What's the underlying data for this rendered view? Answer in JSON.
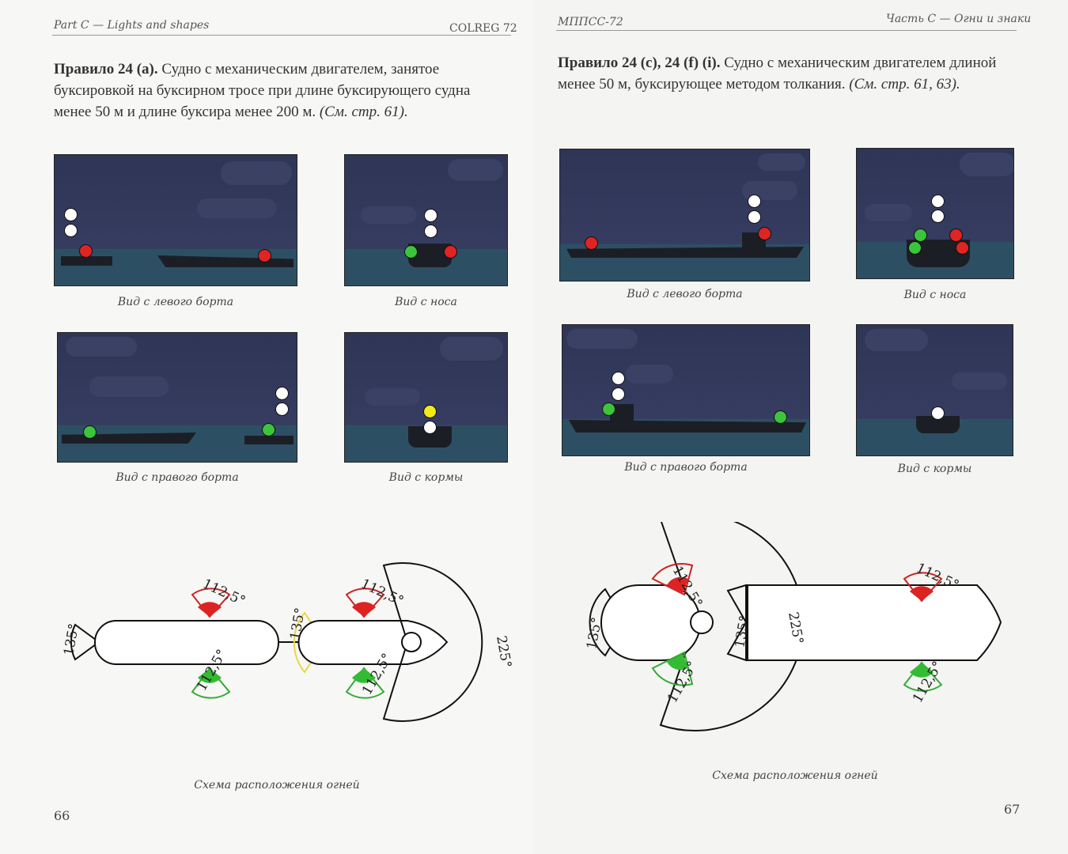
{
  "left_page": {
    "header_left": "Part C — Lights and shapes",
    "header_right": "COLREG 72",
    "rule_title": "Правило 24 (а).",
    "rule_text": " Судно с механическим двигателем, занятое буксировкой на буксирном тросе при длине буксирующего судна менее 50 м и длине буксира менее 200 м. ",
    "rule_ref": "(См. стр. 61).",
    "captions": [
      "Вид с левого борта",
      "Вид с носа",
      "Вид с правого борта",
      "Вид с кормы"
    ],
    "diagram_labels": {
      "stern_tug": "135°",
      "tug_red": "112,5°",
      "tug_green": "112,5°",
      "stern_tow": "135°",
      "tow_red": "112,5°",
      "tow_green": "112,5°",
      "masthead": "225°"
    },
    "diagram_caption": "Схема расположения огней",
    "page_number": "66"
  },
  "right_page": {
    "header_left": "МППСС-72",
    "header_right": "Часть С — Огни и знаки",
    "rule_title": "Правило 24 (с), 24 (f) (i).",
    "rule_text": " Судно с механическим двигателем длиной менее 50 м, буксирующее методом толкания. ",
    "rule_ref": "(См. стр. 61, 63).",
    "captions": [
      "Вид с левого борта",
      "Вид с носа",
      "Вид с правого борта",
      "Вид с кормы"
    ],
    "diagram_labels": {
      "stern_tug": "135°",
      "tug_red": "112,5°",
      "tug_green": "112,5°",
      "stern_barge": "135°",
      "masthead": "225°",
      "barge_red": "112,5°",
      "barge_green": "112,5°"
    },
    "diagram_caption": "Схема расположения огней",
    "page_number": "67"
  },
  "colors": {
    "night_sky": "#2f3556",
    "sea": "#2d4f63",
    "red_light": "#e02424",
    "green_light": "#3cc43c",
    "white_light": "#ffffff",
    "yellow_light": "#f2ea1a"
  }
}
